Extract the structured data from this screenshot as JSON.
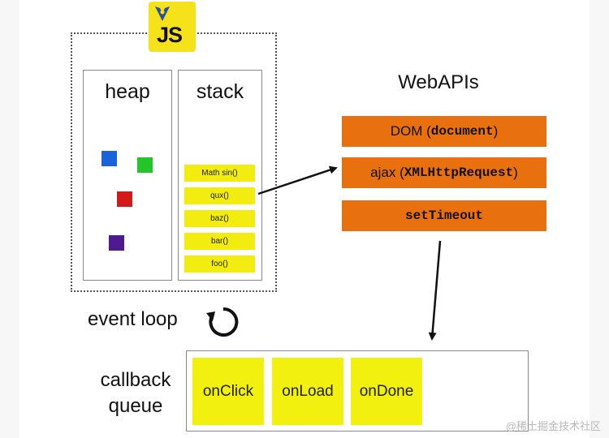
{
  "logo": {
    "text": "JS"
  },
  "heap": {
    "title": "heap"
  },
  "stack": {
    "title": "stack",
    "frames": [
      "Math sin()",
      "qux()",
      "baz()",
      "bar()",
      "foo()"
    ]
  },
  "webapis": {
    "title": "WebAPIs",
    "items": [
      {
        "prefix": "DOM (",
        "mono": "document",
        "suffix": ")"
      },
      {
        "prefix": "ajax (",
        "mono": "XMLHttpRequest",
        "suffix": ")"
      },
      {
        "prefix": "",
        "mono": "setTimeout",
        "suffix": ""
      }
    ]
  },
  "event_loop": {
    "label": "event loop"
  },
  "callback_queue": {
    "label_line1": "callback",
    "label_line2": "queue",
    "items": [
      "onClick",
      "onLoad",
      "onDone"
    ]
  },
  "watermark": "@稀土掘金技术社区",
  "colors": {
    "js_yellow": "#f6e21a",
    "stack_frame": "#f2ec10",
    "webapi_orange": "#e8700f",
    "heap_blue": "#1b63d8",
    "heap_green": "#25c42a",
    "heap_red": "#d31919",
    "heap_purple": "#4e1a8f"
  }
}
